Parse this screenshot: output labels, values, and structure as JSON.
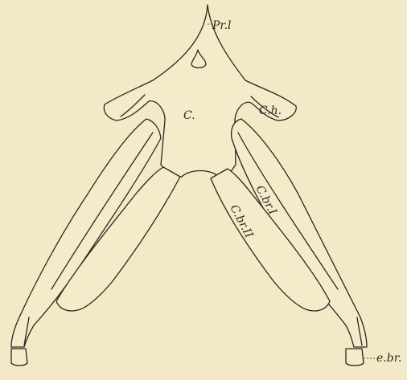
{
  "labels": {
    "pr_l": "Pr.l",
    "c": "C.",
    "c_h": "C.h.",
    "c_br_1": "C.br.I",
    "c_br_2": "C.br.II",
    "e_br": "e.br."
  }
}
